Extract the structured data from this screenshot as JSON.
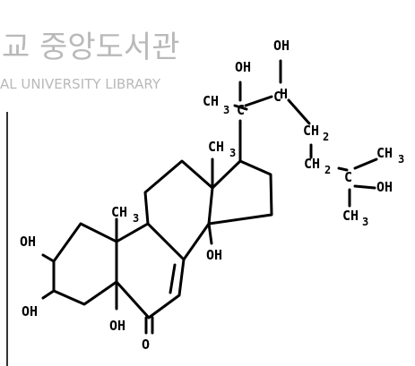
{
  "watermark": {
    "line1": "교 중앙도서관",
    "line2": "AL UNIVERSITY LIBRARY"
  },
  "labels": {
    "oh": "OH",
    "h": "H",
    "ch": "CH",
    "c": "C",
    "o": "O",
    "sub2": "2",
    "sub3": "3"
  }
}
